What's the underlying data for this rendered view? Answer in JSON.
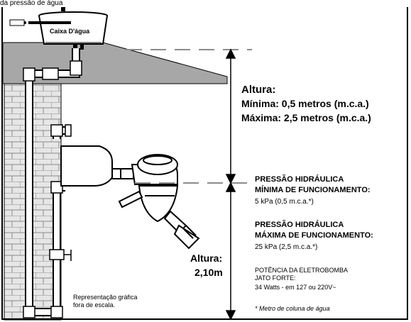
{
  "header_fragment": "da pressão de água",
  "tank_label": "Caixa D'água",
  "height_upper": {
    "title": "Altura:",
    "min": "Mínima: 0,5 metros (m.c.a.)",
    "max": "Máxima: 2,5 metros (m.c.a.)"
  },
  "height_lower": {
    "title": "Altura:",
    "value": "2,10m"
  },
  "pressure_min": {
    "title_line1": "PRESSÃO HIDRÁULICA",
    "title_line2": "MÍNIMA DE FUNCIONAMENTO:",
    "value": "5 kPa (0,5 m.c.a.*)"
  },
  "pressure_max": {
    "title_line1": "PRESSÃO HIDRÁULICA",
    "title_line2": "MÁXIMA DE FUNCIONAMENTO:",
    "value": "25 kPa (2,5 m.c.a.*)"
  },
  "pump_power": {
    "line1": "POTÊNCIA DA ELETROBOMBA",
    "line2": "JATO FORTE:",
    "line3": "34 Watts - em 127 ou 220V~"
  },
  "footnote": "* Metro de coluna de água",
  "scale_note": {
    "line1": "Representação gráfica",
    "line2": "fora de escala."
  },
  "colors": {
    "roof": "#a7a7a7",
    "brick_fill": "#e6e6e6",
    "brick_line": "#8a8a8a",
    "dash": "#8c8c8c",
    "line": "#000000"
  }
}
